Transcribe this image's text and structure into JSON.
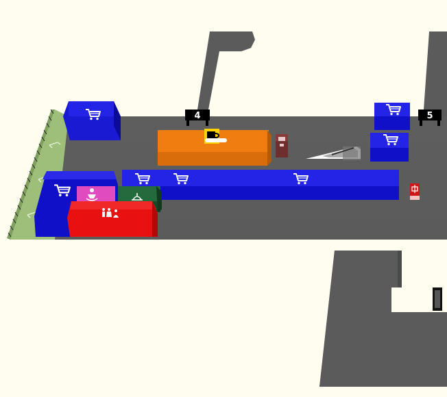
{
  "map": {
    "background_color": "#fefdf0",
    "floor_color": "#5b5b5b",
    "zones": [
      {
        "id": "shop-1",
        "kind": "shop",
        "icon": "shopping-cart-icon",
        "color": "#1010c8"
      },
      {
        "id": "cafe",
        "kind": "cafe",
        "icon": "coffee-cup-icon",
        "color": "#f07d10"
      },
      {
        "id": "shop-2",
        "kind": "shop",
        "icon": "shopping-cart-icon",
        "color": "#1010c8"
      },
      {
        "id": "shop-3",
        "kind": "shop",
        "icon": "shopping-cart-icon",
        "color": "#1010c8"
      },
      {
        "id": "shop-4",
        "kind": "shop",
        "icon": "shopping-cart-icon",
        "color": "#1010c8"
      },
      {
        "id": "shop-5",
        "kind": "shop",
        "icon": "shopping-cart-icon",
        "color": "#1010c8"
      },
      {
        "id": "shop-6",
        "kind": "shop",
        "icon": "shopping-cart-icon",
        "color": "#1010c8"
      },
      {
        "id": "shop-7",
        "kind": "shop",
        "icon": "shopping-cart-icon",
        "color": "#1010c8"
      },
      {
        "id": "baby-care",
        "kind": "baby-changing",
        "icon": "baby-changing-icon",
        "color": "#e04cc0"
      },
      {
        "id": "prayer-room",
        "kind": "prayer-room",
        "icon": "prayer-icon",
        "color": "#1f5a32"
      },
      {
        "id": "toilets",
        "kind": "toilets",
        "icon": "toilets-icon",
        "color": "#e81010"
      },
      {
        "id": "info-kiosk",
        "kind": "kiosk",
        "icon": "kiosk-icon",
        "color": "#8a3a3a"
      },
      {
        "id": "gift-kiosk",
        "kind": "kiosk",
        "icon": "gift-icon",
        "color": "#d01818"
      }
    ],
    "gates": [
      {
        "id": "gate-4",
        "label": "4"
      },
      {
        "id": "gate-5",
        "label": "5"
      }
    ],
    "terrace": {
      "color": "#9dbf7a",
      "icon": "seating-icon"
    },
    "escalator": {
      "icon": "escalator-icon"
    }
  }
}
